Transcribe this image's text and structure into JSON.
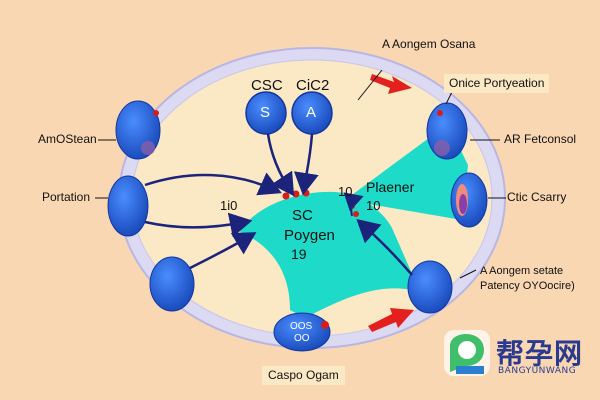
{
  "labels": {
    "top_right_title": "A Aongem Osana",
    "right_top_box": "Onice Portyeation",
    "right_mid": "AR Fetconsol",
    "right_cell": "Ctic Csarry",
    "right_bottom_line1": "A Aongem setate",
    "right_bottom_line2": "Patency OYOocire)",
    "left_top": "AmOStean",
    "left_mid": "Portation",
    "bottom_center": "Caspo Ogam"
  },
  "nodes": {
    "csc_label": "CSC",
    "cic2_label": "CiC2",
    "s_letter": "S",
    "a_letter": "A",
    "center_title": "SC",
    "center_sub": "Poygen",
    "center_num": "19",
    "num_left": "1i0",
    "num_right": "10",
    "num_right2": "10",
    "planter": "Plaener",
    "bottom_cell_line1": "OOS",
    "bottom_cell_line2": "OO"
  },
  "watermark": {
    "brand": "帮孕网",
    "sub": "BANGYUNWANG"
  },
  "colors": {
    "background": "#f9d7b2",
    "ring": "#d8d6f0",
    "inner_fill": "#fbe9c6",
    "center_fill": "#1ddbc8",
    "cell_blue": "#1f5fd6",
    "arrow_navy": "#1b237a",
    "arrow_red": "#e3201d"
  }
}
